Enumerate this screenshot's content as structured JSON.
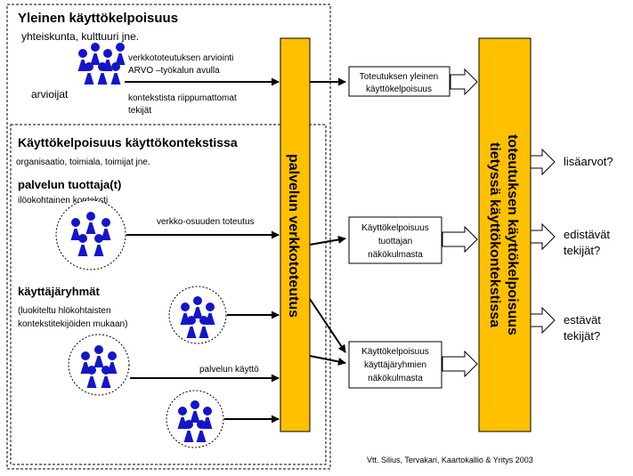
{
  "colors": {
    "bar_fill": "#FFC000",
    "figure_blue": "#1515C8",
    "accent_red": "#CC0000",
    "line": "#000000"
  },
  "general": {
    "title": "Yleinen käyttökelpoisuus",
    "subtitle": "yhteiskunta, kulttuuri jne.",
    "eval_line1": "verkkototeutuksen arviointi",
    "eval_line2": "ARVO –työkalun avulla",
    "evaluators": "arvioijat",
    "indep_line1": "kontekstista riippumattomat",
    "indep_line2": "tekijät"
  },
  "context": {
    "title": "Käyttökelpoisuus käyttökontekstissa",
    "subtitle": "organisaatio, toimiala, toimijat jne.",
    "provider_title": "palvelun tuottaja(t)",
    "provider_sub": "ilöokohtainen konteksti",
    "provider_arrow_label": "verkko-osuuden toteutus",
    "groups_title": "käyttäjäryhmät",
    "groups_line1": "(luokiteltu hlökohtaisten",
    "groups_line2": "kontekstitekijöiden mukaan)",
    "usage_arrow_label": "palvelun käyttö"
  },
  "bar1_label": "palvelun verkkototeutus",
  "bar2_line1": "toteutuksen käyttökelpoisuus",
  "bar2_line2": "tietyssä käyttökontekstissa",
  "boxes": [
    {
      "line1": "Toteutuksen yleinen",
      "line2": "käyttökelpoisuus",
      "line3": ""
    },
    {
      "line1": "Käyttökelpoisuus",
      "line2": "tuottajan",
      "line3": "näkökulmasta"
    },
    {
      "line1": "Käyttökelpoisuus",
      "line2": "käyttäjäryhmien",
      "line3": "näkökulmasta"
    }
  ],
  "outcomes": [
    {
      "line1": "lisäarvot?",
      "line2": ""
    },
    {
      "line1": "edistävät",
      "line2": "tekijät?"
    },
    {
      "line1": "estävät",
      "line2": "tekijät?"
    }
  ],
  "credit": "Vtt. Silius, Tervakari, Kaartokallio & Yritys 2003"
}
